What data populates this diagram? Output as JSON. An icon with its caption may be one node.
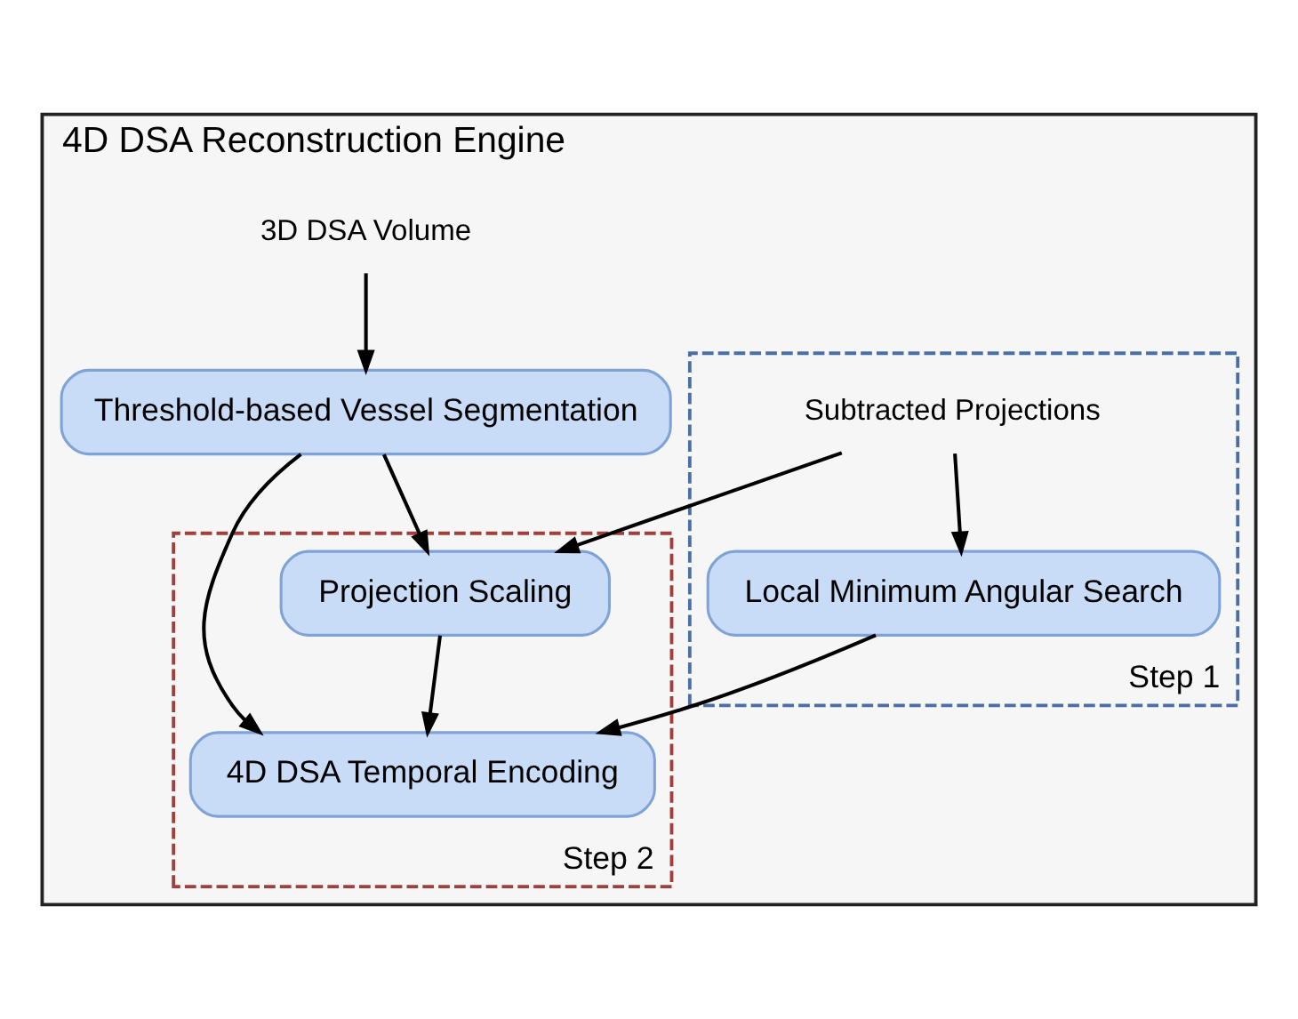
{
  "diagram": {
    "nodes": [
      {
        "text": [
          "4D DSA Reconstruction Engine"
        ]
      },
      {
        "text": [
          "3D DSA Volume"
        ],
        "in": 0
      },
      {
        "text": [
          "Step 1"
        ],
        "in": 0
      },
      {
        "text": [
          "Subtracted Projections"
        ],
        "in": 2
      },
      {
        "text": [
          "Threshold-based Vessel Segmentation"
        ],
        "in": 0
      },
      {
        "text": [
          "Local Minimum Angular Search"
        ],
        "in": 2
      },
      {
        "text": [
          "Step 2"
        ],
        "in": 0
      },
      {
        "text": [
          "Projection Scaling"
        ],
        "in": 6
      },
      {
        "text": [
          "4D DSA Temporal Encoding"
        ],
        "in": 6
      }
    ],
    "edges": [
      {
        "from": 1,
        "to": 4,
        "arrow": "to"
      },
      {
        "from": 3,
        "to": 5,
        "arrow": "to"
      },
      {
        "from": 3,
        "to": 7,
        "arrow": "to"
      },
      {
        "from": 4,
        "to": 7,
        "arrow": "to"
      },
      {
        "from": 4,
        "to": 8,
        "arrow": "to"
      },
      {
        "from": 5,
        "to": 8,
        "arrow": "to"
      },
      {
        "from": 7,
        "to": 8,
        "arrow": "to"
      }
    ]
  }
}
